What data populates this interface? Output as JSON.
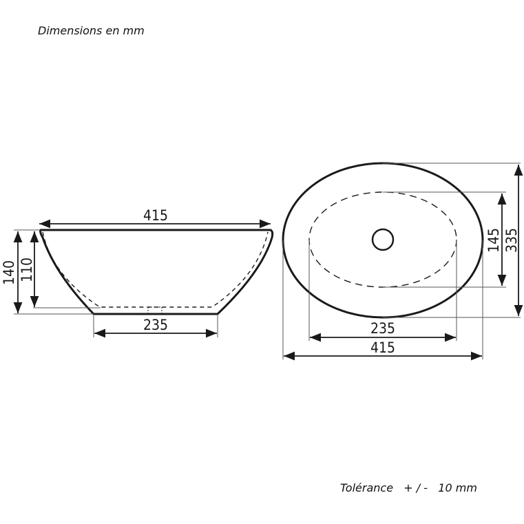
{
  "header": {
    "units_note": "Dimensions en mm"
  },
  "footer": {
    "tolerance_note": "Tolérance   + / -   10 mm"
  },
  "side_view": {
    "top_width": "415",
    "base_width": "235",
    "total_height": "140",
    "inner_depth": "110"
  },
  "top_view": {
    "outer_length": "415",
    "inner_length": "235",
    "outer_width": "335",
    "inner_width": "145"
  },
  "colors": {
    "line": "#1a1a1a",
    "extension": "#555555"
  }
}
